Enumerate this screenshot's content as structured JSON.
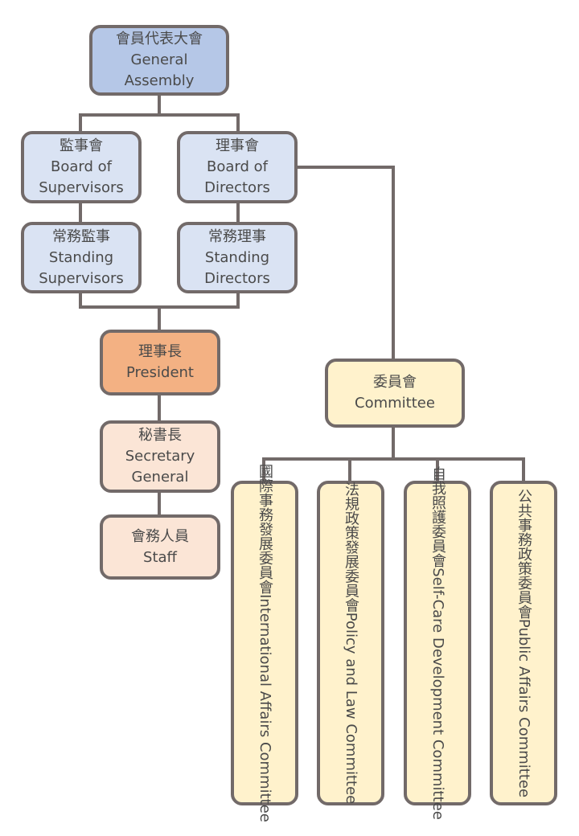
{
  "diagram": {
    "type": "organization-chart",
    "colors": {
      "line": "#726a69",
      "general_assembly": "#b5c7e7",
      "boards": "#dae3f3",
      "president": "#f3b183",
      "secretariat": "#fbe5d6",
      "committees": "#fff2cc"
    },
    "nodes": {
      "general_assembly": {
        "zh": "會員代表大會",
        "en1": "General",
        "en2": "Assembly"
      },
      "board_of_supervisors": {
        "zh": "監事會",
        "en1": "Board of",
        "en2": "Supervisors"
      },
      "board_of_directors": {
        "zh": "理事會",
        "en1": "Board of",
        "en2": "Directors"
      },
      "standing_supervisors": {
        "zh": "常務監事",
        "en1": "Standing",
        "en2": "Supervisors"
      },
      "standing_directors": {
        "zh": "常務理事",
        "en1": "Standing",
        "en2": "Directors"
      },
      "president": {
        "zh": "理事長",
        "en": "President"
      },
      "secretary_general": {
        "zh": "秘書長",
        "en1": "Secretary",
        "en2": "General"
      },
      "staff": {
        "zh": "會務人員",
        "en": "Staff"
      },
      "committee": {
        "zh": "委員會",
        "en": "Committee"
      }
    },
    "committees": [
      {
        "zh": "國際事務發展委員會",
        "en": "International Affairs Committee"
      },
      {
        "zh": "法規政策發展委員會",
        "en": "Policy and Law Committee"
      },
      {
        "zh": "自我照護委員會",
        "en": "Self-Care Development Committee"
      },
      {
        "zh": "公共事務政策委員會",
        "en": "Public Affairs Committee"
      }
    ]
  }
}
